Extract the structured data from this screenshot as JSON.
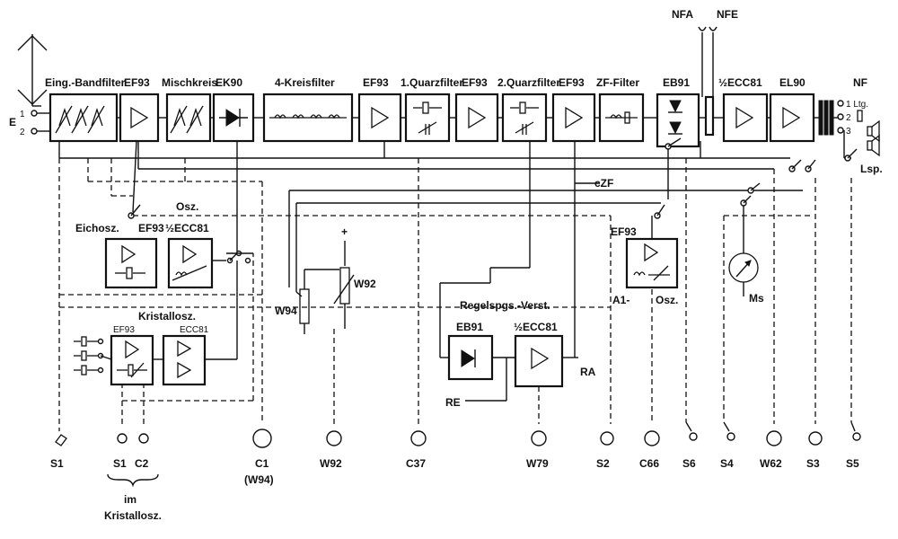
{
  "stages": {
    "input_filter": "Eing.-Bandfilter",
    "rf_amp": "EF93",
    "mixer": "Mischkreis",
    "mixer_tube": "EK90",
    "four_circuit_filter": "4-Kreisfilter",
    "if_amp1": "EF93",
    "crystal_filter1": "1.Quarzfilter",
    "if_amp2": "EF93",
    "crystal_filter2": "2.Quarzfilter",
    "if_amp3": "EF93",
    "if_filter": "ZF-Filter",
    "detector": "EB91",
    "nfa": "NFA",
    "nfe": "NFE",
    "af_pre": "½ECC81",
    "af_power": "EL90",
    "af_out": "NF"
  },
  "oscillators": {
    "osz": "Osz.",
    "eichosz": "Eichosz.",
    "eichosz_tube": "EF93",
    "osc_tube": "½ECC81",
    "kristallosz": "Kristallosz.",
    "kristall_tube1": "EF93",
    "kristall_tube2": "ECC81",
    "agc_amp": "Regelspgs.-Verst.",
    "agc_diode": "EB91",
    "agc_tube": "½ECC81",
    "a1_tube": "EF93",
    "a1_label": "A1-",
    "a1_osz": "Osz."
  },
  "labels": {
    "e": "E",
    "e1": "1",
    "e2": "2",
    "czf": "cZF",
    "ra": "RA",
    "re": "RE",
    "ms": "Ms",
    "w94": "W94",
    "w92": "W92",
    "plus": "+",
    "out1": "1 Ltg.",
    "out2": "2",
    "out3": "3",
    "lsp": "Lsp."
  },
  "terminals": {
    "s1a": "S1",
    "s1b": "S1",
    "c2": "C2",
    "c1": "C1",
    "c1_sub": "(W94)",
    "w92": "W92",
    "c37": "C37",
    "w79": "W79",
    "s2": "S2",
    "c66": "C66",
    "s6": "S6",
    "s4": "S4",
    "w62": "W62",
    "s3": "S3",
    "s5": "S5",
    "im": "im",
    "kristallosz": "Kristallosz."
  }
}
